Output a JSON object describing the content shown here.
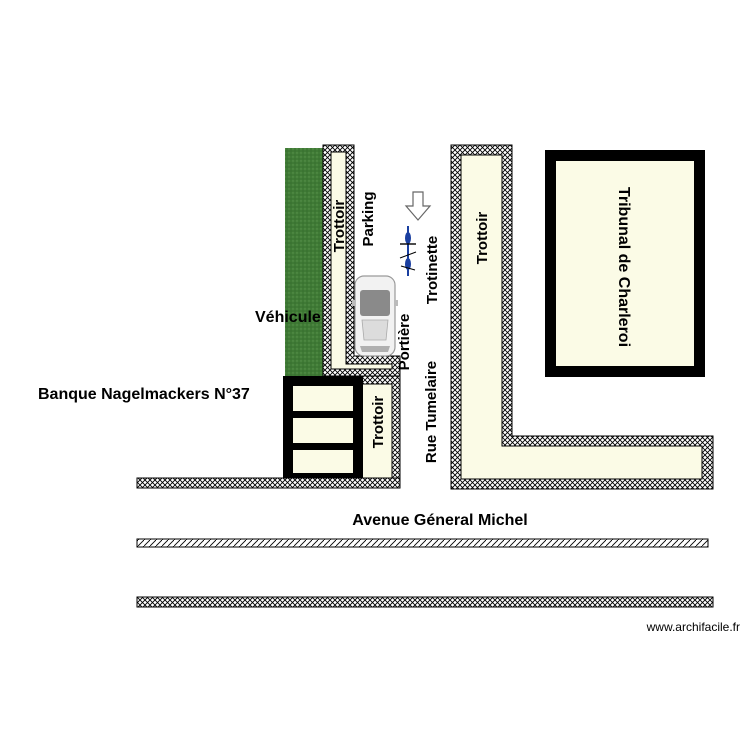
{
  "labels": {
    "vehicule": "Véhicule",
    "banque": "Banque Nagelmackers N°37",
    "trottoir_left_upper": "Trottoir",
    "parking": "Parking",
    "trottoir_left_lower": "Trottoir",
    "portiere": "Portière",
    "trotinette": "Trotinette",
    "rue": "Rue Tumelaire",
    "trottoir_right": "Trottoir",
    "tribunal": "Tribunal de Charleroi",
    "avenue": "Avenue Géneral Michel"
  },
  "credit": "www.archifacile.fr",
  "colors": {
    "hedge": "#3f7a35",
    "sidewalk_fill": "#fbfbe6",
    "wall": "#000000",
    "car_body": "#f2f2f2",
    "car_window": "#8a8a8a",
    "scooter": "#1a3fa0"
  },
  "icons": {
    "arrow": "down-arrow-icon",
    "scooter": "scooter-icon",
    "car": "car-icon"
  }
}
